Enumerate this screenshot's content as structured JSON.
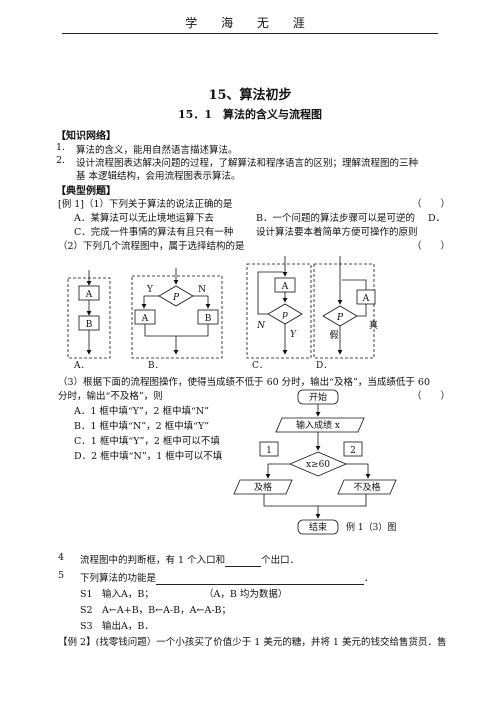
{
  "header": "学 海 无 涯",
  "title": "15、算法初步",
  "subtitle": "15．1　算法的含义与流程图",
  "section1": "【知识网络】",
  "k1_num": "1.",
  "k1": "算法的含义，能用自然语言描述算法。",
  "k2_num": "2.",
  "k2a": "设计流程图表达解决问题的过程，了解算法和程序语言的区别；理解流程图的三种",
  "k2b": "基 本逻辑结构，会用流程图表示算法。",
  "section2": "【典型例题】",
  "ex1_1": "[例 1]（1）下列关于算法的说法正确的是",
  "paren": "（　　）",
  "opt_a": "A．某算法可以无止境地运算下去",
  "opt_b": "B．一个问题的算法步骤可以是可逆的",
  "opt_d": "D．",
  "opt_c": "C．完成一件事情的算法有且只有一种",
  "opt_d_text": "设计算法要本着简单方便可操作的原则",
  "ex1_2": "（2）下列几个流程图中，属于选择结构的是",
  "fig_labels": [
    "A．",
    "B．",
    "C．",
    "D．"
  ],
  "fig_text": {
    "A": "A",
    "B": "B",
    "P": "P",
    "p": "p",
    "Y": "Y",
    "N": "N",
    "true": "真",
    "false": "假"
  },
  "ex1_3a": "（3）根据下面的流程图操作，使得当成绩不低于 60 分时，输出“及格”，当成绩低于 60",
  "ex1_3b": "分时，输出“不及格”，则",
  "q3_opts": [
    "A．1 框中填“Y”，2 框中填“N”",
    "B．1 框中填“N”，2 框中填“Y”",
    "C．1 框中填“Y”，2 框中可以不填",
    "D．2 框中填“N”，1 框中可以不填"
  ],
  "flow": {
    "start": "开始",
    "input": "输入成绩 x",
    "box1": "1",
    "box2": "2",
    "cond": "x≥60",
    "pass": "及格",
    "fail": "不及格",
    "end": "结束",
    "caption": "例 1（3）图"
  },
  "q4_num": "4",
  "q4_a": "流程图中的判断框，有 1 个入口和",
  "q4_b": "个出口．",
  "q5_num": "5",
  "q5": "下列算法的功能是",
  "q5_end": "．",
  "s1": "S1　输入A，B；",
  "s1_note": "（A，B 均为数据）",
  "s2": "S2　A←A+B，B←A-B，A←A-B；",
  "s3": "S3　输出A，B．",
  "ex2": "【例 2】(找零钱问题）一个小孩买了价值少于 1 美元的糖，并将 1 美元的钱交给售货员．售"
}
